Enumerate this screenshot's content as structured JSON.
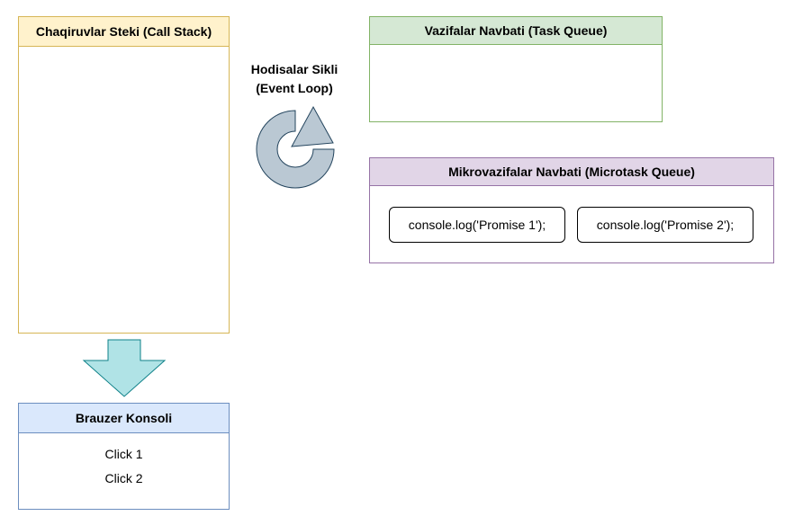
{
  "call_stack": {
    "title": "Chaqiruvlar Steki (Call Stack)"
  },
  "task_queue": {
    "title": "Vazifalar Navbati (Task Queue)"
  },
  "microtask_queue": {
    "title": "Mikrovazifalar Navbati (Microtask Queue)",
    "items": [
      "console.log('Promise 1');",
      "console.log('Promise 2');"
    ]
  },
  "event_loop": {
    "label_line1": "Hodisalar Sikli",
    "label_line2": "(Event Loop)"
  },
  "browser_console": {
    "title": "Brauzer Konsoli",
    "lines": [
      "Click 1",
      "Click 2"
    ]
  },
  "colors": {
    "call_stack_fill": "#fff2cc",
    "call_stack_border": "#d6b656",
    "task_queue_fill": "#d5e8d4",
    "task_queue_border": "#82b366",
    "microtask_fill": "#e1d5e7",
    "microtask_border": "#9673a6",
    "console_fill": "#dae8fc",
    "console_border": "#6c8ebf",
    "event_loop_icon": "#bac8d3",
    "arrow_fill": "#b0e3e6",
    "arrow_border": "#0e8088"
  }
}
